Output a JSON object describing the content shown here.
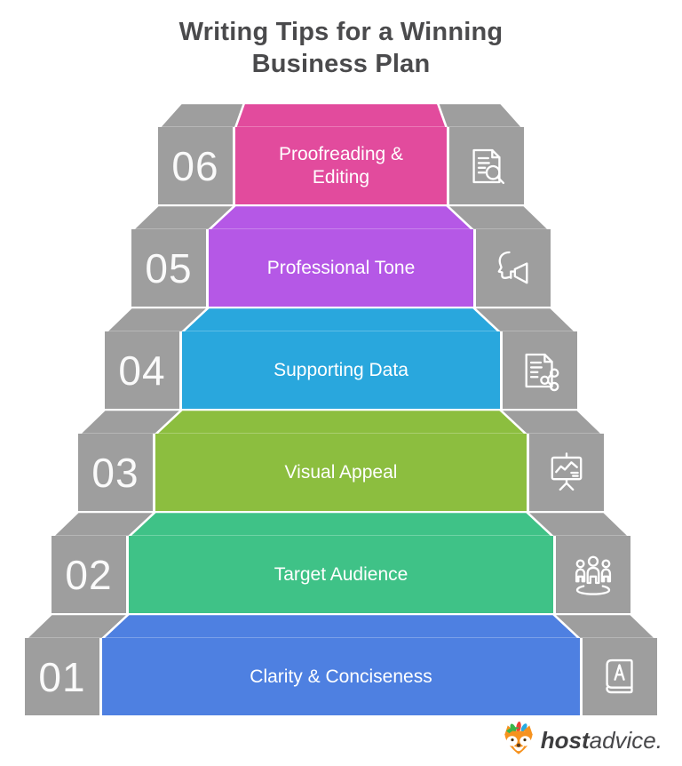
{
  "title": {
    "line1": "Writing Tips for a Winning",
    "line2": "Business Plan"
  },
  "block_color": "#9e9e9e",
  "text_color": "#ffffff",
  "title_color": "#4a4a4c",
  "steps": [
    {
      "number": "01",
      "label": "Clarity & Conciseness",
      "color": "#4e80e1",
      "icon": "dictionary-book-icon"
    },
    {
      "number": "02",
      "label": "Target Audience",
      "color": "#3fc287",
      "icon": "audience-group-icon"
    },
    {
      "number": "03",
      "label": "Visual Appeal",
      "color": "#8cbe3f",
      "icon": "presentation-chart-icon"
    },
    {
      "number": "04",
      "label": "Supporting Data",
      "color": "#29a7dd",
      "icon": "document-share-icon"
    },
    {
      "number": "05",
      "label": "Professional Tone",
      "color": "#b558e6",
      "icon": "speaking-tone-icon"
    },
    {
      "number": "06",
      "label": "Proofreading & Editing",
      "color": "#e24b9d",
      "icon": "document-search-icon"
    }
  ],
  "logo": {
    "bold": "host",
    "regular": "advice."
  }
}
